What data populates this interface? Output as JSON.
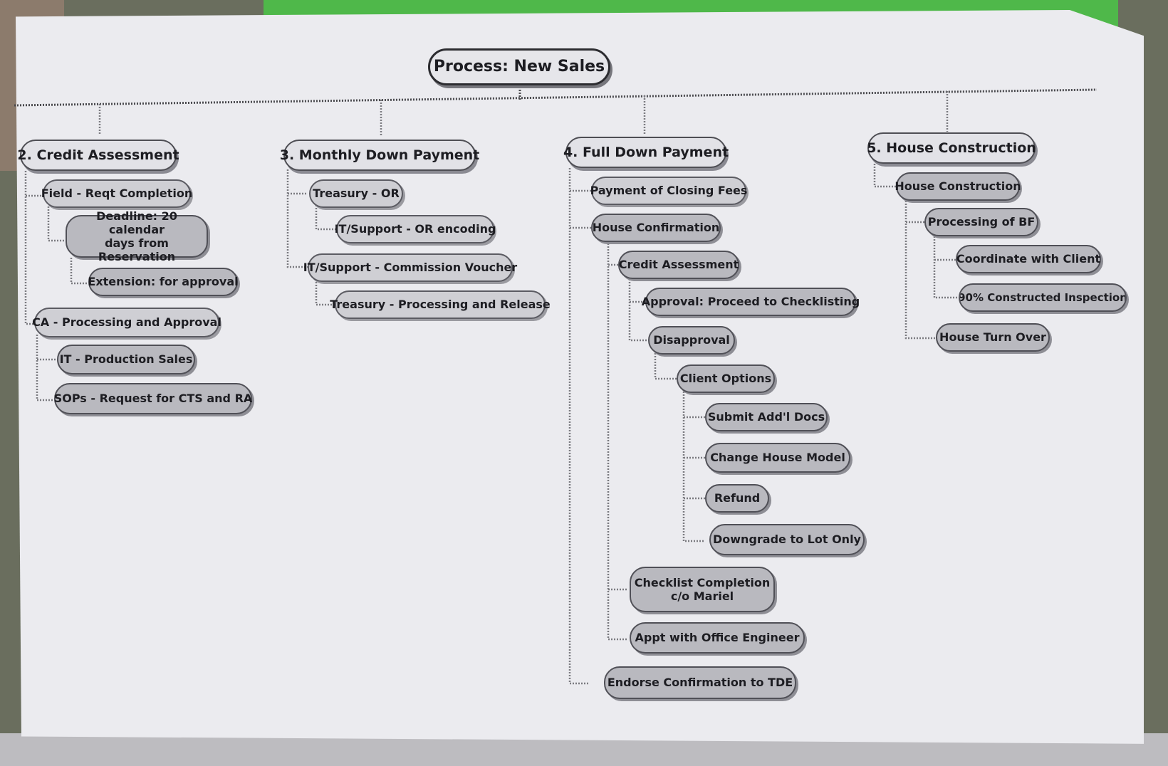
{
  "root": {
    "label": "Process: New Sales"
  },
  "columns": [
    {
      "title": "2. Credit Assessment",
      "children": [
        {
          "label": "Field - Reqt Completion",
          "children": [
            {
              "label_line1": "Deadline: 20 calendar",
              "label_line2": "days from Reservation",
              "children": [
                {
                  "label": "Extension: for approval"
                }
              ]
            }
          ]
        },
        {
          "label": "CA - Processing and Approval",
          "children": [
            {
              "label": "IT - Production Sales"
            },
            {
              "label": "SOPs - Request for CTS and RA"
            }
          ]
        }
      ]
    },
    {
      "title": "3. Monthly Down Payment",
      "children": [
        {
          "label": "Treasury - OR",
          "children": [
            {
              "label": "IT/Support - OR encoding"
            }
          ]
        },
        {
          "label": "IT/Support - Commission Voucher",
          "children": [
            {
              "label": "Treasury - Processing and Release"
            }
          ]
        }
      ]
    },
    {
      "title": "4. Full Down Payment",
      "children": [
        {
          "label": "Payment of Closing Fees"
        },
        {
          "label": "House Confirmation",
          "children": [
            {
              "label": "Credit Assessment",
              "children": [
                {
                  "label": "Approval: Proceed to Checklisting"
                },
                {
                  "label": "Disapproval",
                  "children": [
                    {
                      "label": "Client Options",
                      "children": [
                        {
                          "label": "Submit Add'l Docs"
                        },
                        {
                          "label": "Change House Model"
                        },
                        {
                          "label": "Refund"
                        },
                        {
                          "label": "Downgrade to Lot Only"
                        }
                      ]
                    }
                  ]
                }
              ]
            },
            {
              "label_line1": "Checklist Completion",
              "label_line2": "c/o Mariel"
            },
            {
              "label": "Appt with Office Engineer"
            }
          ]
        },
        {
          "label": "Endorse Confirmation to TDE"
        }
      ]
    },
    {
      "title": "5. House Construction",
      "children": [
        {
          "label": "House Construction",
          "children": [
            {
              "label": "Processing of BF",
              "children": [
                {
                  "label": "Coordinate with Client"
                },
                {
                  "label": "90% Constructed Inspection"
                }
              ]
            },
            {
              "label": "House Turn Over"
            }
          ]
        }
      ]
    }
  ]
}
